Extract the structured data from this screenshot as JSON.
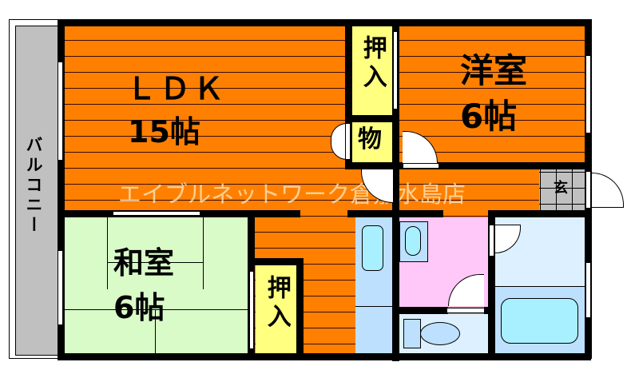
{
  "floorplan": {
    "rooms": {
      "ldk": {
        "name": "ＬＤＫ",
        "size": "15帖"
      },
      "western_room": {
        "name": "洋室",
        "size": "6帖"
      },
      "japanese_room": {
        "name": "和室",
        "size": "6帖"
      },
      "closet_top": {
        "label": "押入"
      },
      "closet_bottom": {
        "label": "押入"
      },
      "storage": {
        "label": "物"
      },
      "entrance": {
        "label": "玄"
      },
      "balcony": {
        "label": "バルコニー"
      }
    },
    "watermark": "エイブルネットワーク倉敷水島店",
    "colors": {
      "ldk_floor": "#ff8000",
      "closet": "#ffff80",
      "tatami": "#d9fbc8",
      "balcony": "#c0c0c0",
      "washroom": "#ffc8f8",
      "bath": "#ddf0ff",
      "fixture": "#a8f0ff",
      "entrance_tile": "#c0c0c0"
    }
  }
}
